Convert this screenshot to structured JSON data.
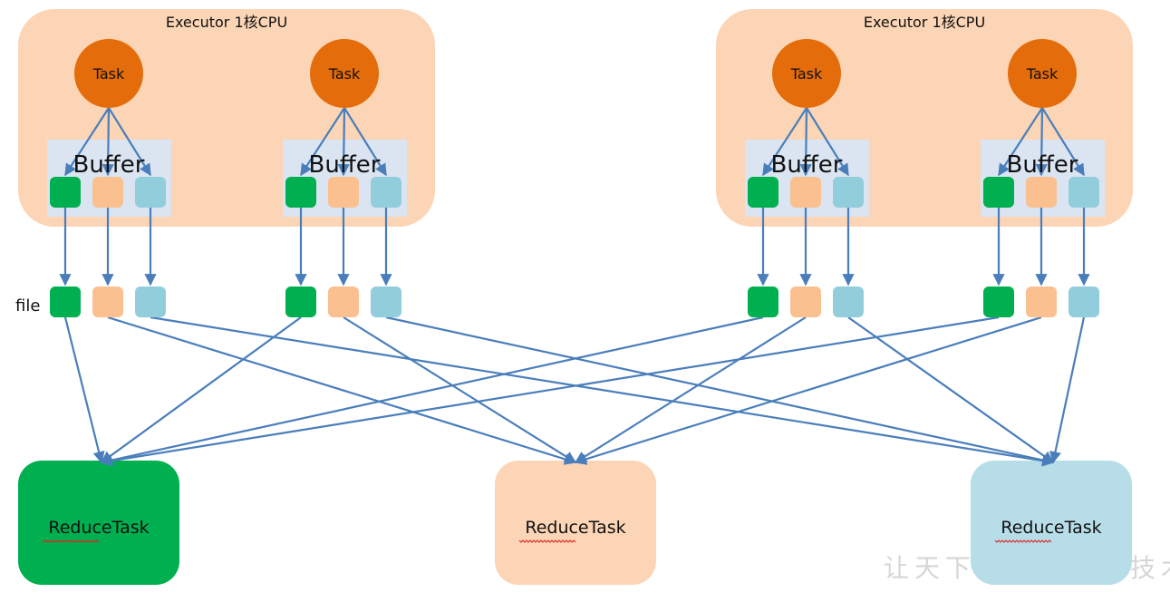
{
  "title": "Spark Hash Shuffle diagram",
  "colors": {
    "executor_bg": "#fbd5b5",
    "task_fill": "#e46c0a",
    "buffer_bg": "#dbe5f1",
    "edge": "#4a7ebb",
    "partition_green": "#00b050",
    "partition_orange": "#fac090",
    "partition_blue": "#92cddc",
    "reduce_green": "#00b050",
    "reduce_orange": "#fbd5b5",
    "reduce_blue": "#b7dde8"
  },
  "executors": [
    {
      "label": "Executor 1核CPU",
      "tasks": [
        {
          "label": "Task",
          "buffer_label": "Buffer"
        },
        {
          "label": "Task",
          "buffer_label": "Buffer"
        }
      ]
    },
    {
      "label": "Executor 1核CPU",
      "tasks": [
        {
          "label": "Task",
          "buffer_label": "Buffer"
        },
        {
          "label": "Task",
          "buffer_label": "Buffer"
        }
      ]
    }
  ],
  "partitions": [
    "green",
    "orange",
    "blue"
  ],
  "file_label": "file",
  "reduce_tasks": [
    {
      "label": "ReduceTask",
      "color": "green"
    },
    {
      "label": "ReduceTask",
      "color": "orange"
    },
    {
      "label": "ReduceTask",
      "color": "blue"
    }
  ],
  "watermark": "让天下没有难学的技术"
}
